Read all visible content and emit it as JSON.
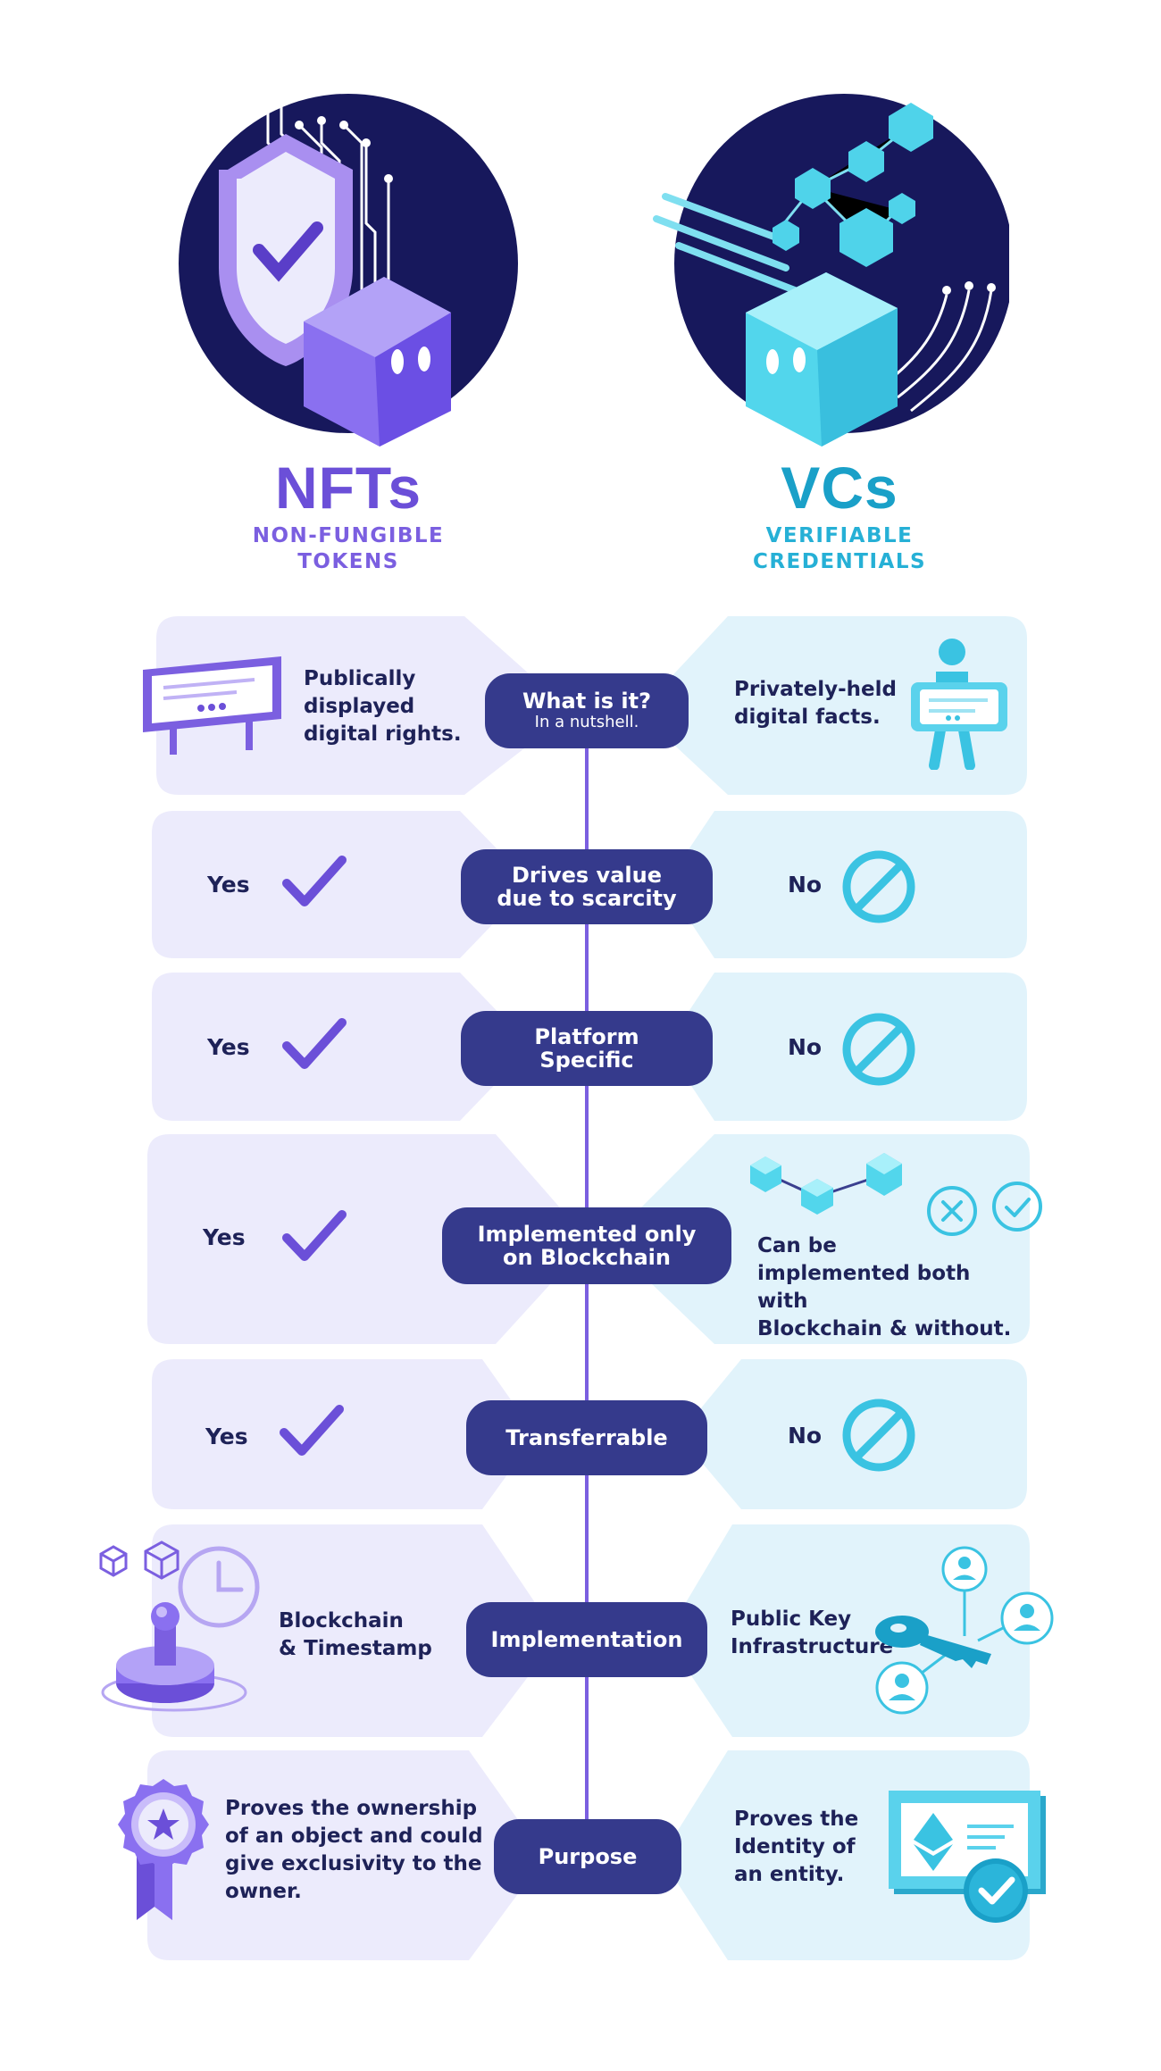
{
  "header": {
    "nft_title": "NFTs",
    "nft_subtitle_line1": "NON-FUNGIBLE",
    "nft_subtitle_line2": "TOKENS",
    "vc_title": "VCs",
    "vc_subtitle_line1": "VERIFIABLE",
    "vc_subtitle_line2": "CREDENTIALS"
  },
  "colors": {
    "nft_accent": "#6b4fd8",
    "vc_accent": "#1aa0c8",
    "nft_panel": "#ecebfc",
    "vc_panel": "#e1f3fb",
    "pill": "#353a8c",
    "text": "#1e2258"
  },
  "rows": [
    {
      "label_line1": "What is it?",
      "label_line2": "In a nutshell.",
      "nft": "Publically displayed digital rights.",
      "nft_l1": "Publically",
      "nft_l2": "displayed",
      "nft_l3": "digital rights.",
      "vc_l1": "Privately-held",
      "vc_l2": "digital facts.",
      "nft_icon": "billboard-icon",
      "vc_icon": "person-holding-card-icon"
    },
    {
      "label_line1": "Drives value",
      "label_line2": "due to scarcity",
      "nft": "Yes",
      "vc": "No",
      "nft_icon": "checkmark-icon",
      "vc_icon": "no-sign-icon"
    },
    {
      "label_line1": "Platform",
      "label_line2": "Specific",
      "nft": "Yes",
      "vc": "No",
      "nft_icon": "checkmark-icon",
      "vc_icon": "no-sign-icon"
    },
    {
      "label_line1": "Implemented only",
      "label_line2": "on Blockchain",
      "nft": "Yes",
      "vc_l1": "Can be",
      "vc_l2": "implemented both with",
      "vc_l3": "Blockchain & without.",
      "nft_icon": "checkmark-icon",
      "vc_icon": "blockchain-cubes-icon"
    },
    {
      "label_line1": "Transferrable",
      "nft": "Yes",
      "vc": "No",
      "nft_icon": "checkmark-icon",
      "vc_icon": "no-sign-icon"
    },
    {
      "label_line1": "Implementation",
      "nft_l1": "Blockchain",
      "nft_l2": "& Timestamp",
      "vc_l1": "Public Key",
      "vc_l2": "Infrastructure",
      "nft_icon": "stamp-clock-icon",
      "vc_icon": "key-network-icon"
    },
    {
      "label_line1": "Purpose",
      "nft_l1": "Proves the ownership",
      "nft_l2": "of an object and could",
      "nft_l3": "give exclusivity to the",
      "nft_l4": "owner.",
      "vc_l1": "Proves the",
      "vc_l2": "Identity of",
      "vc_l3": "an entity.",
      "nft_icon": "award-ribbon-icon",
      "vc_icon": "certificate-check-icon"
    }
  ]
}
